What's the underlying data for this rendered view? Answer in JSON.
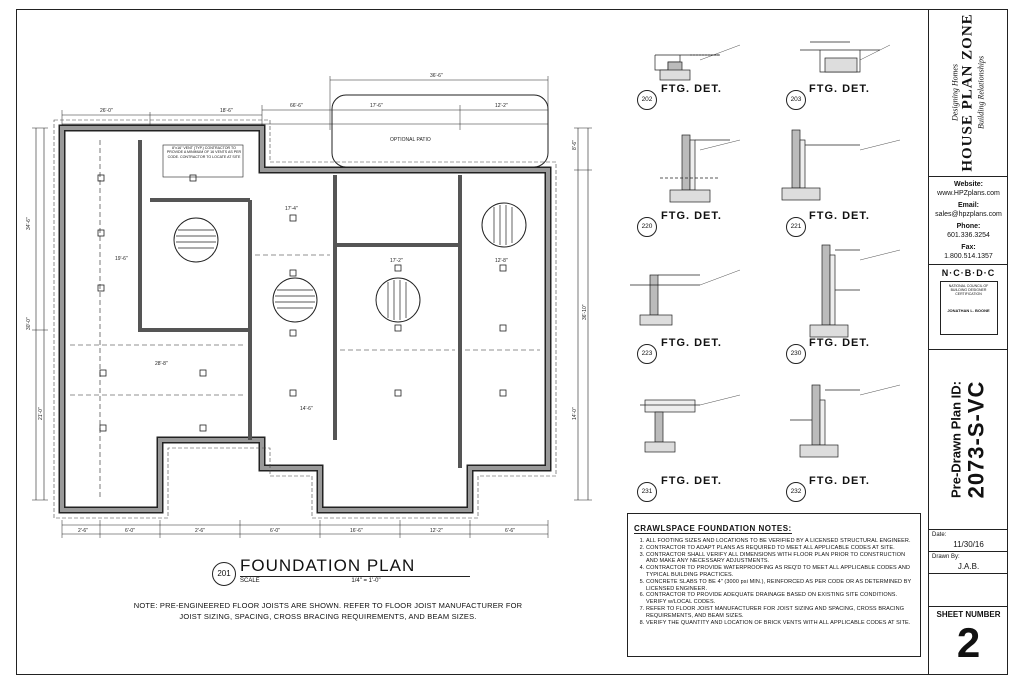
{
  "plan_title": {
    "number": "201",
    "name": "FOUNDATION PLAN",
    "scale_label": "SCALE",
    "scale_value": "1/4\" = 1'-0\""
  },
  "plan_note": "NOTE: PRE-ENGINEERED FLOOR JOISTS ARE SHOWN. REFER TO FLOOR JOIST MANUFACTURER FOR JOIST SIZING, SPACING, CROSS BRACING REQUIREMENTS, AND BEAM SIZES.",
  "plan_labels": {
    "patio": "OPTIONAL PATIO",
    "vent_note": "8\"x16\" VENT (TYP.) CONTRACTOR TO PROVIDE A MINIMUM OF 16 VENTS AS PER CODE. CONTRACTOR TO LOCATE AT SITE",
    "dims_top": [
      "26'-0\"",
      "66'-6\"",
      "18'-6\"",
      "36'-6\"",
      "17'-6\"",
      "12'-2\""
    ],
    "dims_bottom": [
      "2'-6\"",
      "6'-0\"",
      "2'-6\"",
      "6'-0\"",
      "16'-6\"",
      "12'-2\"",
      "6'-6\""
    ],
    "dims_left": [
      "34'-6\"",
      "30'-0\"",
      "21'-0\""
    ],
    "dims_right": [
      "36'-10\"",
      "8'-6\"",
      "14'-0\""
    ],
    "room_dims": [
      "19'-6\"",
      "17'-4\"",
      "17'-2\"",
      "12'-8\"",
      "28'-8\"",
      "14'-6\""
    ]
  },
  "details": [
    {
      "number": "202",
      "label": "FTG. DET."
    },
    {
      "number": "203",
      "label": "FTG. DET."
    },
    {
      "number": "220",
      "label": "FTG. DET."
    },
    {
      "number": "221",
      "label": "FTG. DET."
    },
    {
      "number": "223",
      "label": "FTG. DET."
    },
    {
      "number": "230",
      "label": "FTG. DET."
    },
    {
      "number": "231",
      "label": "FTG. DET."
    },
    {
      "number": "232",
      "label": "FTG. DET."
    }
  ],
  "notes": {
    "title": "CRAWLSPACE FOUNDATION NOTES:",
    "items": [
      "ALL FOOTING SIZES AND LOCATIONS TO BE VERIFIED BY A LICENSED STRUCTURAL ENGINEER.",
      "CONTRACTOR TO ADAPT PLANS AS REQUIRED TO MEET ALL APPLICABLE CODES AT SITE.",
      "CONTRACTOR SHALL VERIFY ALL DIMENSIONS WITH FLOOR PLAN PRIOR TO CONSTRUCTION AND MAKE ANY NECESSARY ADJUSTMENTS.",
      "CONTRACTOR TO PROVIDE WATERPROOFING AS REQ'D TO MEET ALL APPLICABLE CODES AND TYPICAL BUILDING PRACTICES.",
      "CONCRETE SLABS TO BE 4\" (3000 psi MIN.), REINFORCED AS PER CODE OR AS DETERMINED BY LICENSED ENGINEER.",
      "CONTRACTOR TO PROVIDE ADEQUATE DRAINAGE BASED ON EXISTING SITE CONDITIONS. VERIFY w/LOCAL CODES.",
      "REFER TO FLOOR JOIST MANUFACTURER FOR JOIST SIZING AND SPACING, CROSS BRACING REQUIREMENTS, AND BEAM SIZES.",
      "VERIFY THE QUANTITY AND LOCATION OF BRICK VENTS WITH ALL APPLICABLE CODES AT SITE."
    ]
  },
  "title_block": {
    "logo_top": "Designing Homes",
    "logo_main": "HOUSE PLAN ZONE",
    "logo_sub": "Building Relationships",
    "website_label": "Website:",
    "website": "www.HPZplans.com",
    "email_label": "Email:",
    "email": "sales@hpzplans.com",
    "phone_label": "Phone:",
    "phone": "601.336.3254",
    "fax_label": "Fax:",
    "fax": "1.800.514.1357",
    "org_letters": "N·C·B·D·C",
    "badge_text": "NATIONAL COUNCIL OF BUILDING DESIGNER CERTIFICATION",
    "badge_name": "JONATHAN L. BOONE",
    "plan_id_label": "Pre-Drawn Plan ID:",
    "plan_id": "2073-S-VC",
    "date_label": "Date:",
    "date": "11/30/16",
    "drawn_by_label": "Drawn By:",
    "drawn_by": "J.A.B.",
    "sheet_number_label": "SHEET NUMBER",
    "sheet_number": "2"
  }
}
